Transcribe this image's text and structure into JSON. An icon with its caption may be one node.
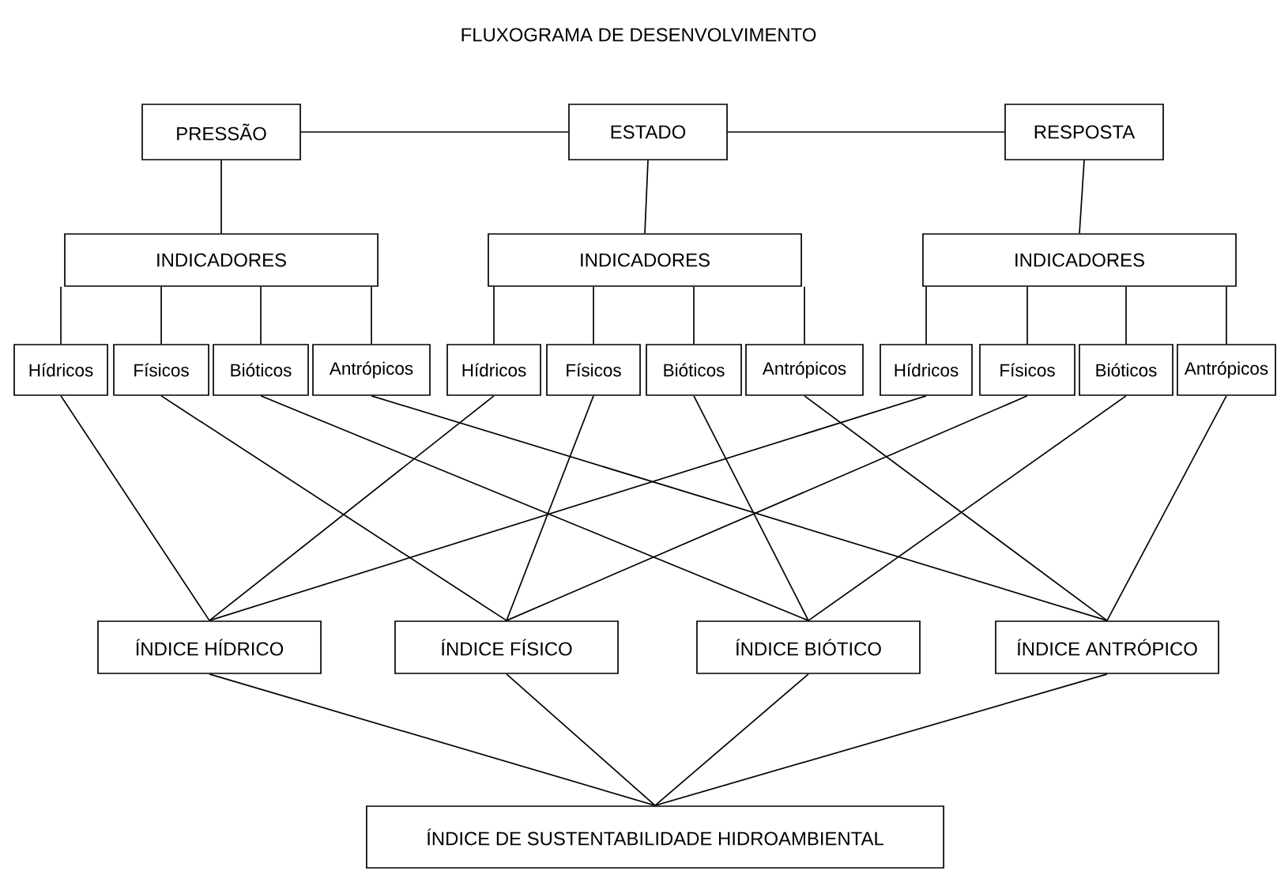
{
  "diagram": {
    "title": "FLUXOGRAMA DE DESENVOLVIMENTO",
    "nodes": [
      {
        "text": [
          "PRESSÃO"
        ]
      },
      {
        "text": [
          "ESTADO"
        ]
      },
      {
        "text": [
          "RESPOSTA"
        ]
      },
      {
        "text": [
          "INDICADORES"
        ]
      },
      {
        "text": [
          "INDICADORES"
        ]
      },
      {
        "text": [
          "INDICADORES"
        ]
      },
      {
        "text": [
          "Hídricos"
        ]
      },
      {
        "text": [
          "Físicos"
        ]
      },
      {
        "text": [
          "Bióticos"
        ]
      },
      {
        "text": [
          "Antrópicos"
        ]
      },
      {
        "text": [
          "Hídricos"
        ]
      },
      {
        "text": [
          "Físicos"
        ]
      },
      {
        "text": [
          "Bióticos"
        ]
      },
      {
        "text": [
          "Antrópicos"
        ]
      },
      {
        "text": [
          "Hídricos"
        ]
      },
      {
        "text": [
          "Físicos"
        ]
      },
      {
        "text": [
          "Bióticos"
        ]
      },
      {
        "text": [
          "Antrópicos"
        ]
      },
      {
        "text": [
          "ÍNDICE HÍDRICO"
        ]
      },
      {
        "text": [
          "ÍNDICE FÍSICO"
        ]
      },
      {
        "text": [
          "ÍNDICE BIÓTICO"
        ]
      },
      {
        "text": [
          "ÍNDICE ANTRÓPICO"
        ]
      },
      {
        "text": [
          "ÍNDICE DE SUSTENTABILIDADE HIDROAMBIENTAL"
        ]
      }
    ],
    "edges": [
      {
        "from": 0,
        "to": 1,
        "arrow": "none"
      },
      {
        "from": 1,
        "to": 2,
        "arrow": "none"
      },
      {
        "from": 0,
        "to": 3,
        "arrow": "none"
      },
      {
        "from": 1,
        "to": 4,
        "arrow": "none"
      },
      {
        "from": 2,
        "to": 5,
        "arrow": "none"
      },
      {
        "from": 3,
        "to": 6,
        "arrow": "none"
      },
      {
        "from": 3,
        "to": 7,
        "arrow": "none"
      },
      {
        "from": 3,
        "to": 8,
        "arrow": "none"
      },
      {
        "from": 3,
        "to": 9,
        "arrow": "none"
      },
      {
        "from": 4,
        "to": 10,
        "arrow": "none"
      },
      {
        "from": 4,
        "to": 11,
        "arrow": "none"
      },
      {
        "from": 4,
        "to": 12,
        "arrow": "none"
      },
      {
        "from": 4,
        "to": 13,
        "arrow": "none"
      },
      {
        "from": 5,
        "to": 14,
        "arrow": "none"
      },
      {
        "from": 5,
        "to": 15,
        "arrow": "none"
      },
      {
        "from": 5,
        "to": 16,
        "arrow": "none"
      },
      {
        "from": 5,
        "to": 17,
        "arrow": "none"
      },
      {
        "from": 6,
        "to": 18,
        "arrow": "none"
      },
      {
        "from": 7,
        "to": 19,
        "arrow": "none"
      },
      {
        "from": 8,
        "to": 20,
        "arrow": "none"
      },
      {
        "from": 9,
        "to": 21,
        "arrow": "none"
      },
      {
        "from": 10,
        "to": 18,
        "arrow": "none"
      },
      {
        "from": 11,
        "to": 19,
        "arrow": "none"
      },
      {
        "from": 12,
        "to": 20,
        "arrow": "none"
      },
      {
        "from": 13,
        "to": 21,
        "arrow": "none"
      },
      {
        "from": 14,
        "to": 18,
        "arrow": "none"
      },
      {
        "from": 15,
        "to": 19,
        "arrow": "none"
      },
      {
        "from": 16,
        "to": 20,
        "arrow": "none"
      },
      {
        "from": 17,
        "to": 21,
        "arrow": "none"
      },
      {
        "from": 18,
        "to": 22,
        "arrow": "none"
      },
      {
        "from": 19,
        "to": 22,
        "arrow": "none"
      },
      {
        "from": 20,
        "to": 22,
        "arrow": "none"
      },
      {
        "from": 21,
        "to": 22,
        "arrow": "none"
      }
    ]
  }
}
